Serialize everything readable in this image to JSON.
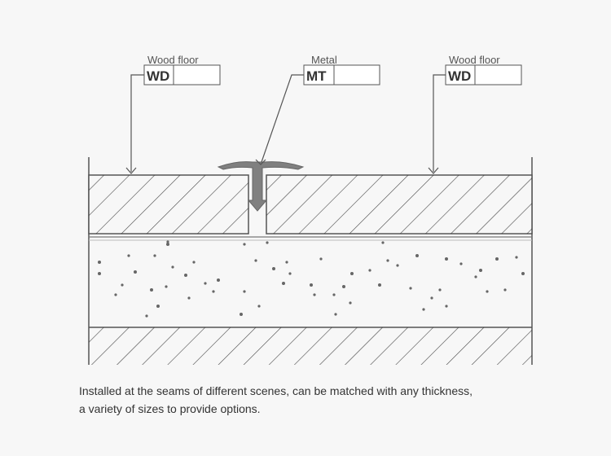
{
  "labels": [
    {
      "name": "Wood floor",
      "code": "WD"
    },
    {
      "name": "Metal",
      "code": "MT"
    },
    {
      "name": "Wood floor",
      "code": "WD"
    }
  ],
  "caption": {
    "line1": "Installed at the seams of different scenes, can be matched with any thickness,",
    "line2": "a variety of sizes to provide options."
  },
  "colors": {
    "background": "#f7f7f7",
    "line": "#555555",
    "hatch": "#333333",
    "metal": "#808080",
    "dots": "#666666"
  }
}
